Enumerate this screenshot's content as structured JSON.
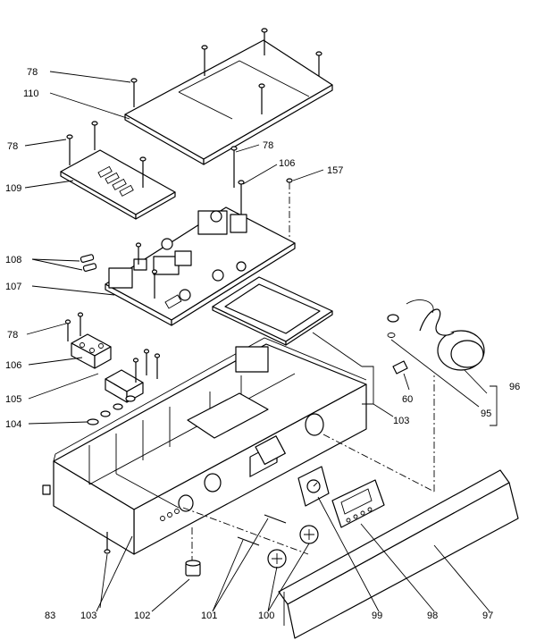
{
  "callouts": [
    {
      "id": "c78a",
      "text": "78"
    },
    {
      "id": "c110",
      "text": "110"
    },
    {
      "id": "c78b",
      "text": "78"
    },
    {
      "id": "c109",
      "text": "109"
    },
    {
      "id": "c78c",
      "text": "78"
    },
    {
      "id": "c106a",
      "text": "106"
    },
    {
      "id": "c157",
      "text": "157"
    },
    {
      "id": "c108",
      "text": "108"
    },
    {
      "id": "c107",
      "text": "107"
    },
    {
      "id": "c78d",
      "text": "78"
    },
    {
      "id": "c106b",
      "text": "106"
    },
    {
      "id": "c105",
      "text": "105"
    },
    {
      "id": "c104",
      "text": "104"
    },
    {
      "id": "c60",
      "text": "60"
    },
    {
      "id": "c103a",
      "text": "103"
    },
    {
      "id": "c96",
      "text": "96"
    },
    {
      "id": "c95",
      "text": "95"
    },
    {
      "id": "c83",
      "text": "83"
    },
    {
      "id": "c103b",
      "text": "103"
    },
    {
      "id": "c102",
      "text": "102"
    },
    {
      "id": "c101",
      "text": "101"
    },
    {
      "id": "c100",
      "text": "100"
    },
    {
      "id": "c99",
      "text": "99"
    },
    {
      "id": "c98",
      "text": "98"
    },
    {
      "id": "c97",
      "text": "97"
    }
  ],
  "colors": {
    "line": "#000000",
    "background": "#ffffff"
  }
}
